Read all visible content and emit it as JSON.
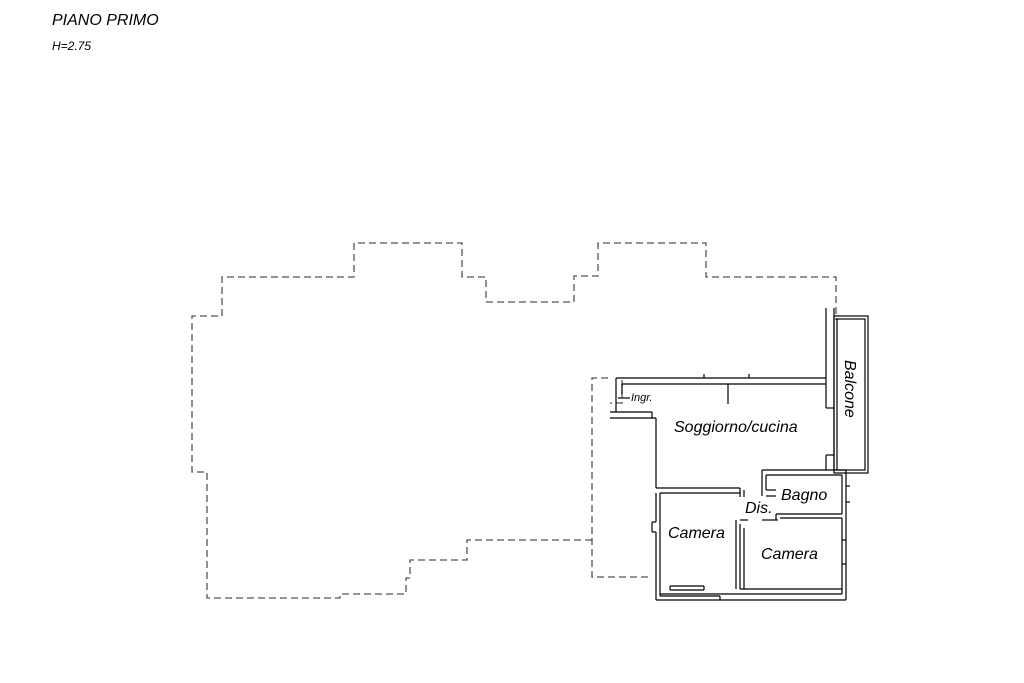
{
  "header": {
    "title": "PIANO PRIMO",
    "height_note": "H=2.75"
  },
  "rooms": {
    "balcone": "Balcone",
    "ingresso": "Ingr.",
    "soggiorno": "Soggiorno/cucina",
    "bagno": "Bagno",
    "disimpegno": "Dis.",
    "camera_left": "Camera",
    "camera_right": "Camera"
  },
  "colors": {
    "line": "#000000",
    "dashed_outline": "#555555"
  }
}
